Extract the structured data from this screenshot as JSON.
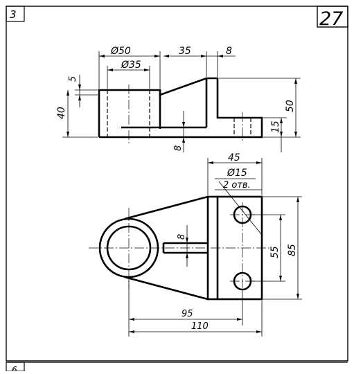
{
  "sheet": {
    "card_number": "3",
    "task_number": "27",
    "next_card_number": "6"
  },
  "top_view_dims": {
    "d50": "Ø50",
    "d35": "Ø35",
    "l35": "35",
    "l8": "8",
    "h5": "5",
    "h40": "40",
    "h50": "50",
    "h15": "15",
    "h8": "8"
  },
  "plan_view_dims": {
    "l45": "45",
    "d15": "Ø15",
    "holes": "2 отв.",
    "w8": "8",
    "v55": "55",
    "v85": "85",
    "l95": "95",
    "l110": "110"
  }
}
